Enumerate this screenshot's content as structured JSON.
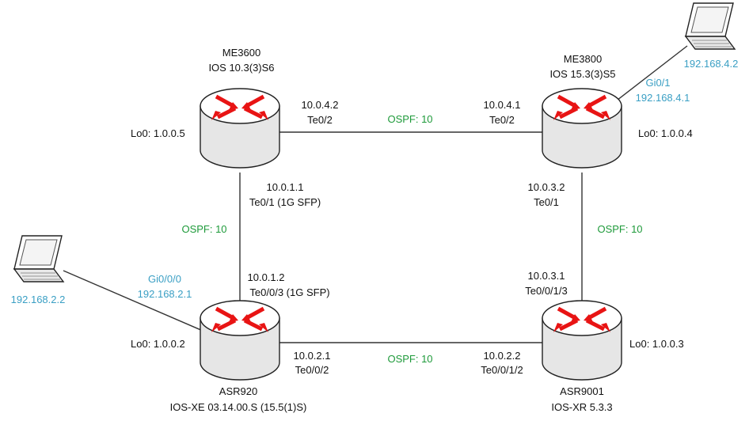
{
  "colors": {
    "line": "#333333",
    "text": "#111111",
    "ospf": "#1e9a3a",
    "iface_blue": "#3a9fc4",
    "arrow_red": "#e81414",
    "router_top": "#ffffff",
    "router_side": "#e6e6e6"
  },
  "routers": {
    "me3600": {
      "name": "ME3600",
      "os": "IOS 10.3(3)S6",
      "loopback": "Lo0: 1.0.0.5",
      "icon": "router-icon"
    },
    "me3800": {
      "name": "ME3800",
      "os": "IOS 15.3(3)S5",
      "loopback": "Lo0: 1.0.0.4",
      "icon": "router-icon"
    },
    "asr920": {
      "name": "ASR920",
      "os": "IOS-XE 03.14.00.S (15.5(1)S)",
      "loopback": "Lo0: 1.0.0.2",
      "icon": "router-icon"
    },
    "asr9001": {
      "name": "ASR9001",
      "os": "IOS-XR 5.3.3",
      "loopback": "Lo0: 1.0.0.3",
      "icon": "router-icon"
    }
  },
  "links": {
    "top": {
      "left_ip": "10.0.4.2",
      "left_if": "Te0/2",
      "right_ip": "10.0.4.1",
      "right_if": "Te0/2",
      "ospf": "OSPF: 10"
    },
    "left": {
      "top_ip": "10.0.1.1",
      "top_if": "Te0/1 (1G SFP)",
      "bottom_ip": "10.0.1.2",
      "bottom_if": "Te0/0/3 (1G SFP)",
      "ospf": "OSPF: 10"
    },
    "right": {
      "top_ip": "10.0.3.2",
      "top_if": "Te0/1",
      "bottom_ip": "10.0.3.1",
      "bottom_if": "Te0/0/1/3",
      "ospf": "OSPF: 10"
    },
    "bottom": {
      "left_ip": "10.0.2.1",
      "left_if": "Te0/0/2",
      "right_ip": "10.0.2.2",
      "right_if": "Te0/0/1/2",
      "ospf": "OSPF: 10"
    }
  },
  "hosts": {
    "left": {
      "ip": "192.168.2.2",
      "router_if": "Gi0/0/0",
      "router_ip": "192.168.2.1",
      "icon": "laptop-icon"
    },
    "right": {
      "ip": "192.168.4.2",
      "router_if": "Gi0/1",
      "router_ip": "192.168.4.1",
      "icon": "laptop-icon"
    }
  }
}
